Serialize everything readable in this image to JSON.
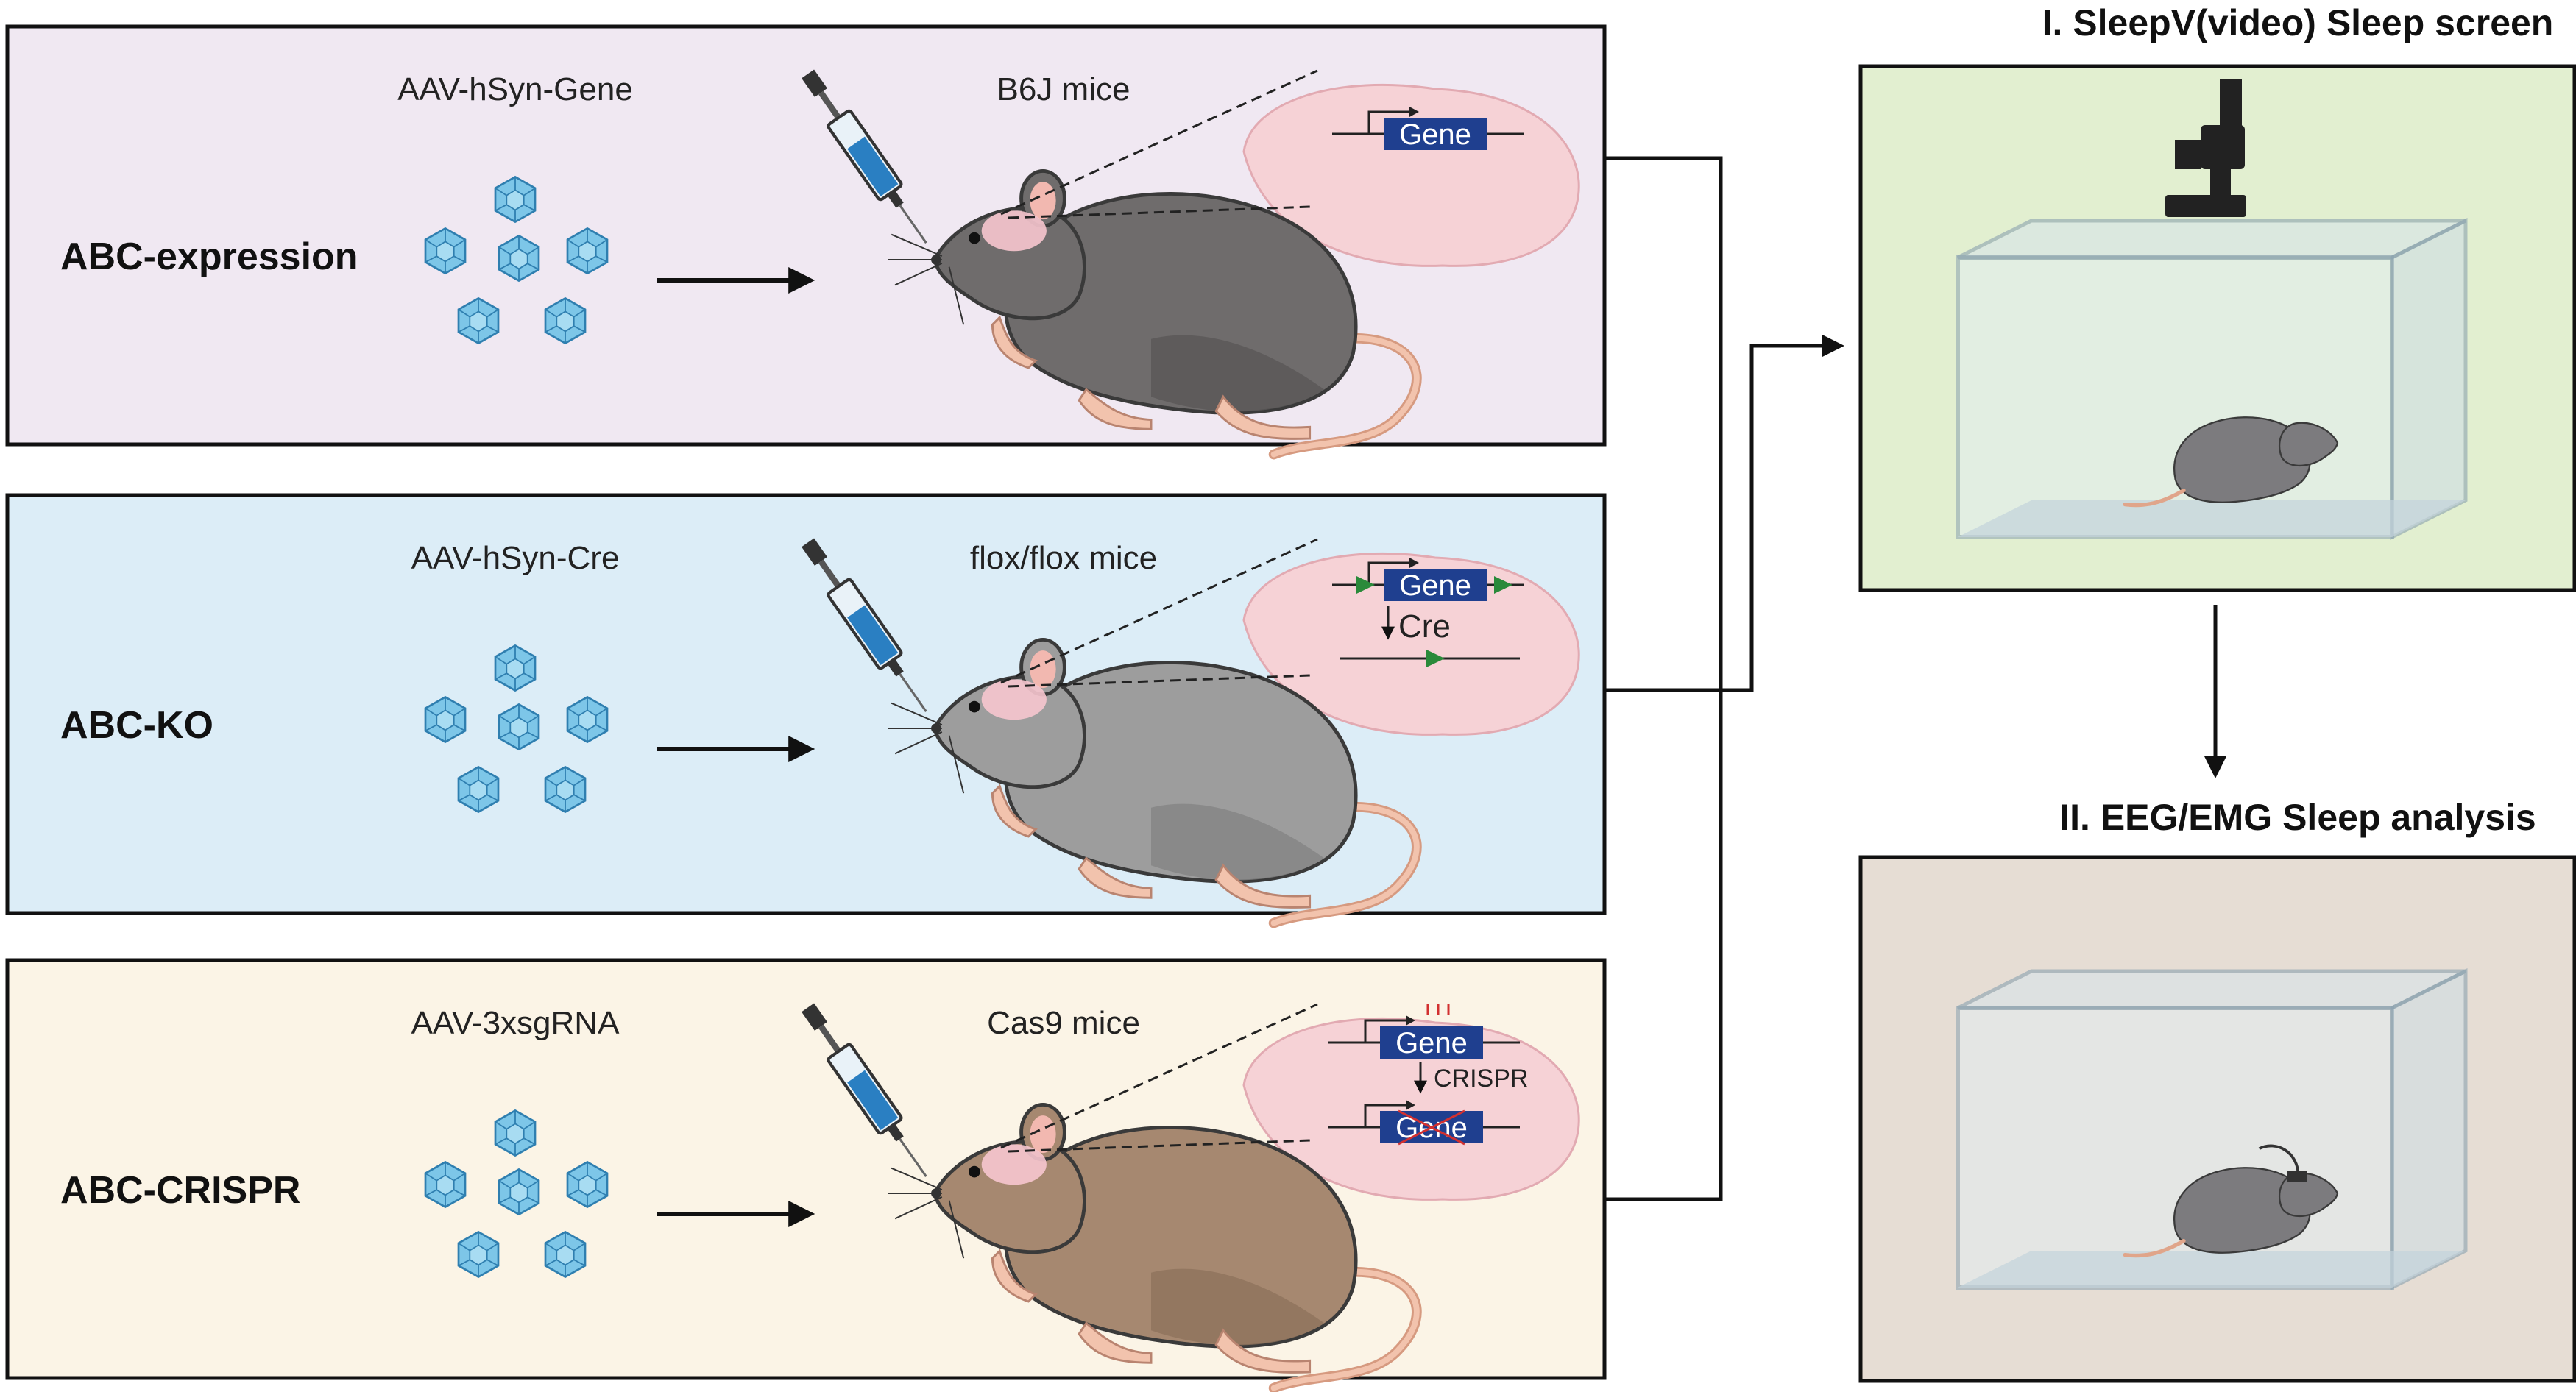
{
  "panels": [
    {
      "title": "ABC-expression",
      "virus": "AAV-hSyn-Gene",
      "mice": "B6J mice",
      "bg": "#f0e8f2",
      "mouse_body": "#6f6c6c",
      "mouse_shade": "#5a5757",
      "gene_lines": [
        {
          "text": "Gene"
        }
      ]
    },
    {
      "title": "ABC-KO",
      "virus": "AAV-hSyn-Cre",
      "mice": "flox/flox mice",
      "bg": "#dcedf7",
      "mouse_body": "#9d9d9d",
      "mouse_shade": "#858585",
      "gene_lines": [
        {
          "text": "Gene"
        }
      ],
      "step": "Cre"
    },
    {
      "title": "ABC-CRISPR",
      "virus": "AAV-3xsgRNA",
      "mice": "Cas9 mice",
      "bg": "#fbf4e6",
      "mouse_body": "#a68870",
      "mouse_shade": "#8f735d",
      "gene_lines": [
        {
          "text": "Gene"
        },
        {
          "text": "Gene"
        }
      ],
      "step": "CRISPR"
    }
  ],
  "screens": [
    {
      "title": "I. SleepV(video) Sleep screen",
      "bg": "#e2efd0"
    },
    {
      "title": "II.  EEG/EMG Sleep analysis",
      "bg": "#e6ddd4"
    }
  ],
  "colors": {
    "gene_box": "#1f3f8f",
    "virus": "#7dc6e8",
    "brain": "#f6d2d6",
    "arrow": "#111111",
    "loxp": "#2a8a3a"
  }
}
